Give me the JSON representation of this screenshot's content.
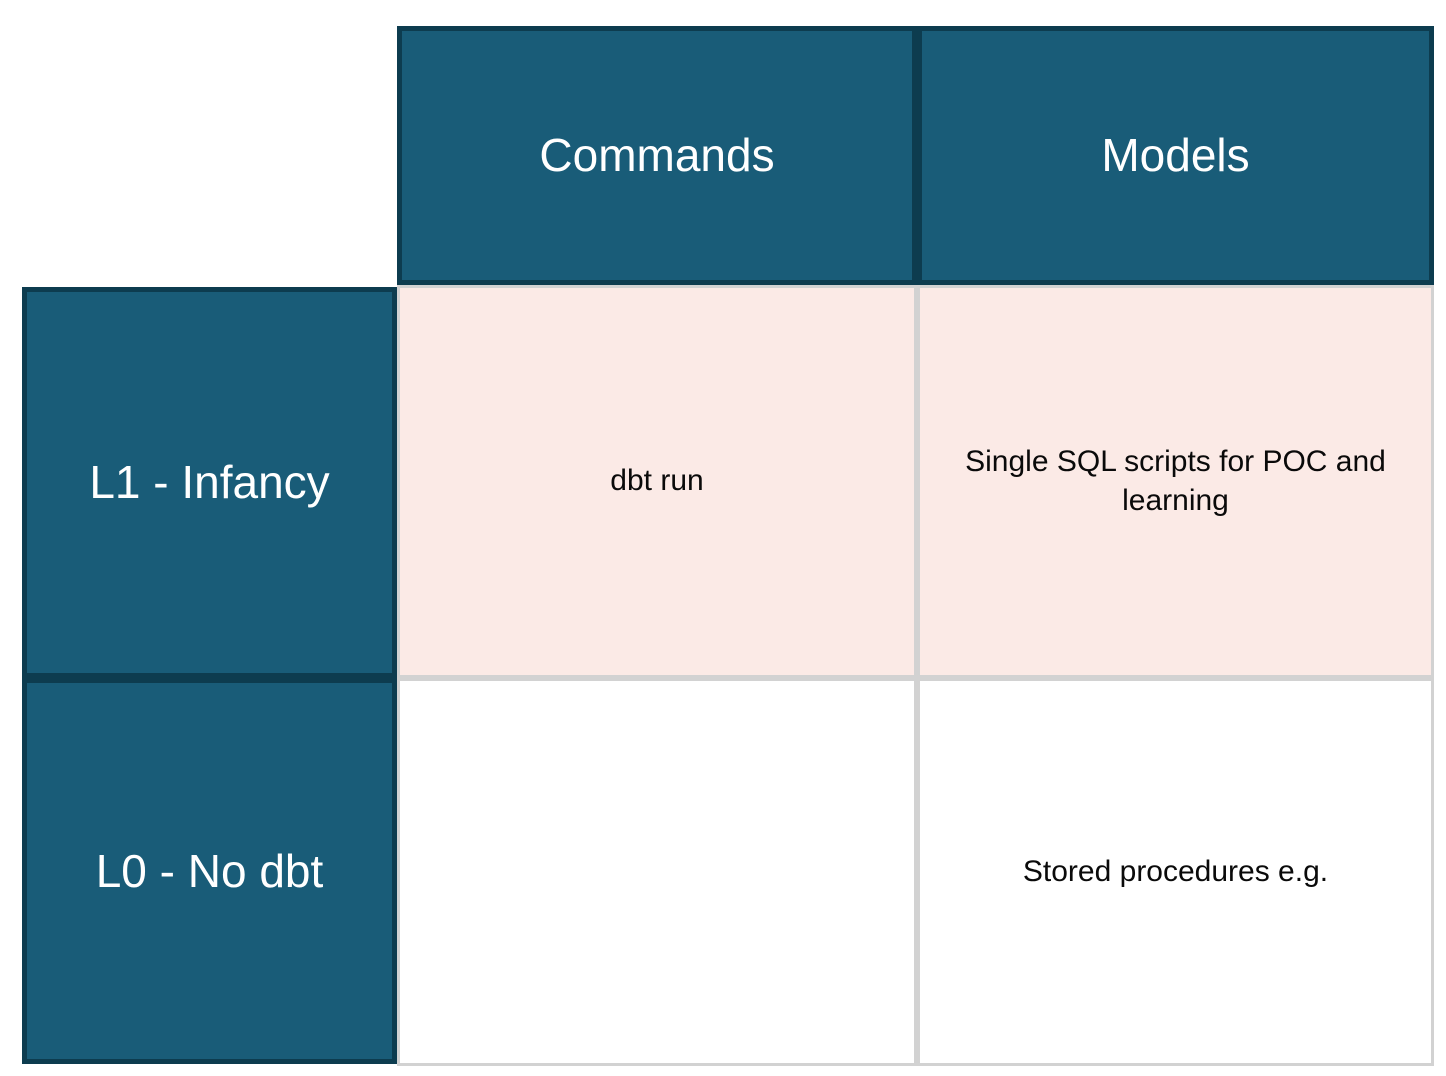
{
  "matrix": {
    "corner_label": "",
    "column_headers": [
      {
        "id": "commands",
        "label": "Commands"
      },
      {
        "id": "models",
        "label": "Models"
      }
    ],
    "rows": [
      {
        "id": "l1",
        "header": "L1 - Infancy",
        "tint": "pink",
        "cells": [
          {
            "column": "commands",
            "text": "dbt run"
          },
          {
            "column": "models",
            "text": "Single SQL scripts for POC and learning"
          }
        ]
      },
      {
        "id": "l0",
        "header": "L0 - No dbt",
        "tint": "white",
        "cells": [
          {
            "column": "commands",
            "text": ""
          },
          {
            "column": "models",
            "text": "Stored procedures e.g."
          }
        ]
      }
    ],
    "colors": {
      "header_fill": "#195C78",
      "header_border": "#0D3C4F",
      "header_text": "#FFFFFF",
      "row_tint_pink": "#FBEAE6",
      "row_tint_white": "#FFFFFF",
      "grid_line": "#D2D2D2",
      "body_text": "#0A0A0A",
      "page_background": "#FFFFFF"
    }
  }
}
